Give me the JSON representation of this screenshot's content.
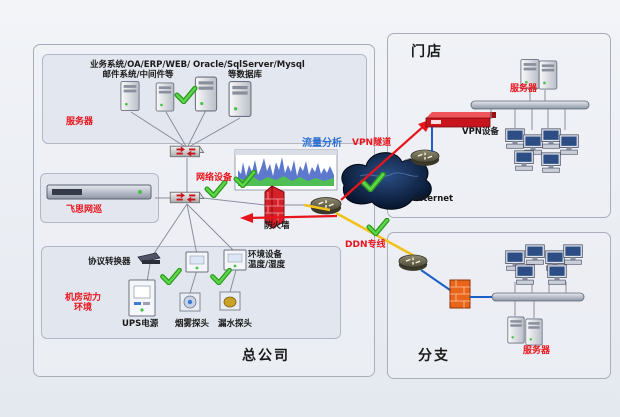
{
  "hq": {
    "title": "总公司",
    "servers": {
      "label_business_1": "业务系统/OA/ERP/WEB/",
      "label_business_2": "邮件系统/中间件等",
      "label_db_1": "Oracle/SqlServer/Mysql",
      "label_db_2": "等数据库",
      "group_label": "服务器"
    },
    "traffic_label": "流量分析",
    "network_device_label": "网络设备",
    "appliance_label": "飞思网巡",
    "firewall_label": "防火墙",
    "environment": {
      "protocol_converter": "协议转换器",
      "env_device_1": "环境设备",
      "env_device_2": "温度/湿度",
      "room_label_1": "机房动力",
      "room_label_2": "环境",
      "ups": "UPS电源",
      "smoke": "烟雾探头",
      "water": "漏水探头"
    }
  },
  "links": {
    "vpn": "VPN隧道",
    "ddn": "DDN专线",
    "internet": "Internet"
  },
  "store": {
    "title": "门店",
    "servers_label": "服务器",
    "vpn_device_label": "VPN设备"
  },
  "branch": {
    "title": "分支",
    "servers_label": "服务器"
  },
  "colors": {
    "accent_red": "#e8141c",
    "accent_blue": "#2a6fd0",
    "check_green": "#3cb72c",
    "link_blue": "#1d5fc9",
    "cloud": "#0b1f3d"
  }
}
